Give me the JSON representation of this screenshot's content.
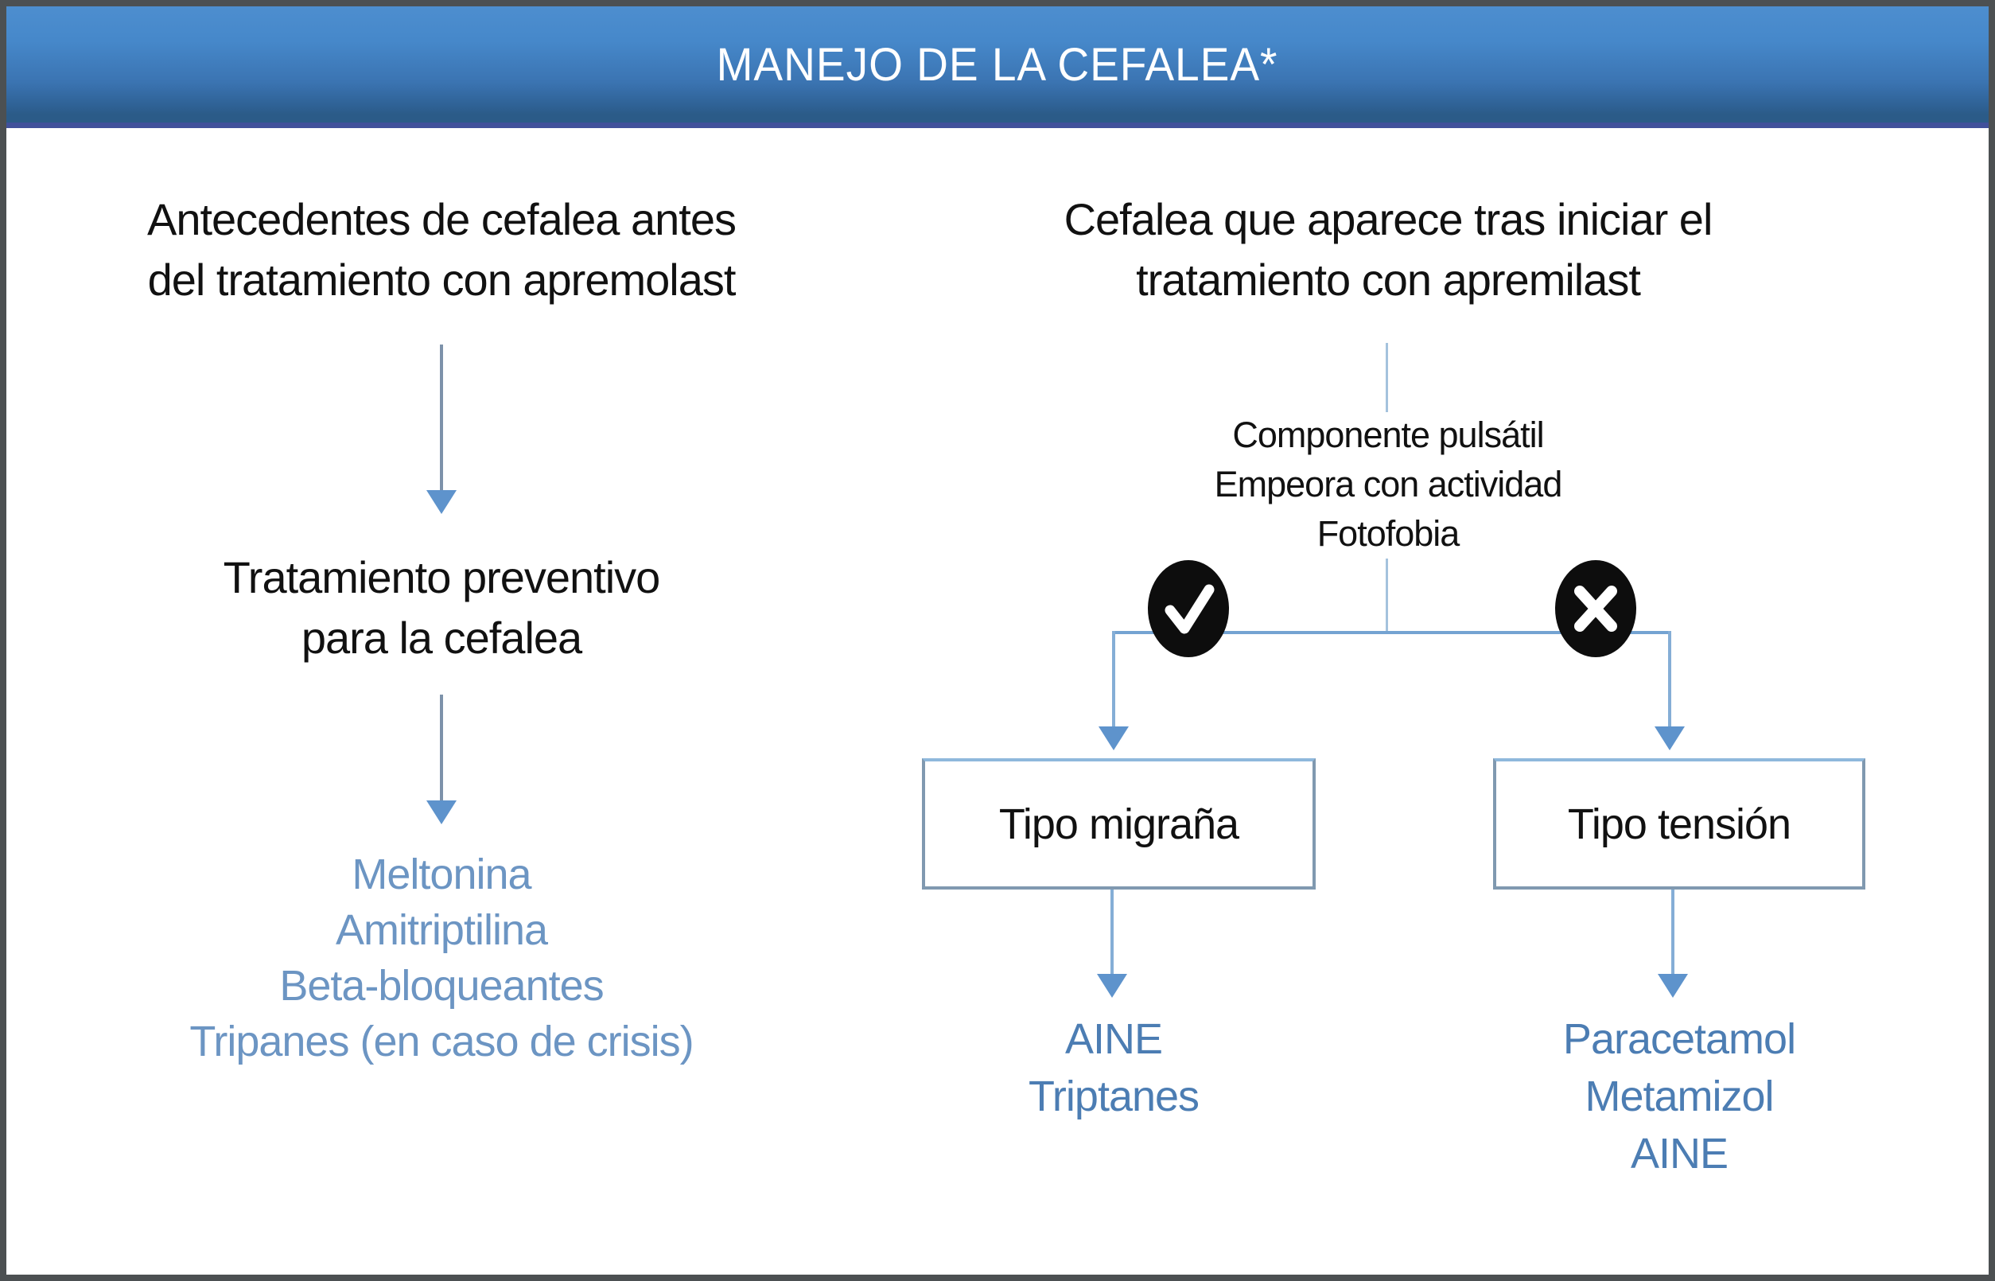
{
  "title": "MANEJO DE LA CEFALEA*",
  "colors": {
    "header_gradient_top": "#4d8ecf",
    "header_gradient_bottom": "#2b5b88",
    "header_underline": "#41519b",
    "frame_border": "#4c5052",
    "connector_blue": "#74a3d2",
    "arrow_line_gray": "#7d92aa",
    "arrowhead_blue": "#5e93cc",
    "box_border": "#8099b0",
    "list_text_left": "#6c95c3",
    "list_text_right": "#4c7db3",
    "icon_background": "#0d0d0d",
    "icon_glyph": "#ffffff",
    "title_text": "#ffffff",
    "body_text": "#111111"
  },
  "left_branch": {
    "condition": [
      "Antecedentes de cefalea antes",
      "del tratamiento con apremolast"
    ],
    "action": [
      "Tratamiento preventivo",
      "para la cefalea"
    ],
    "treatments": [
      "Meltonina",
      "Amitriptilina",
      "Beta-bloqueantes",
      "Tripanes (en caso de crisis)"
    ]
  },
  "right_branch": {
    "condition": [
      "Cefalea que aparece tras iniciar el",
      "tratamiento con apremilast"
    ],
    "symptoms": [
      "Componente pulsátil",
      "Empeora con actividad",
      "Fotofobia"
    ],
    "migraine": {
      "label": "Tipo migraña",
      "treatments": [
        "AINE",
        "Triptanes"
      ]
    },
    "tension": {
      "label": "Tipo tensión",
      "treatments": [
        "Paracetamol",
        "Metamizol",
        "AINE"
      ]
    }
  }
}
